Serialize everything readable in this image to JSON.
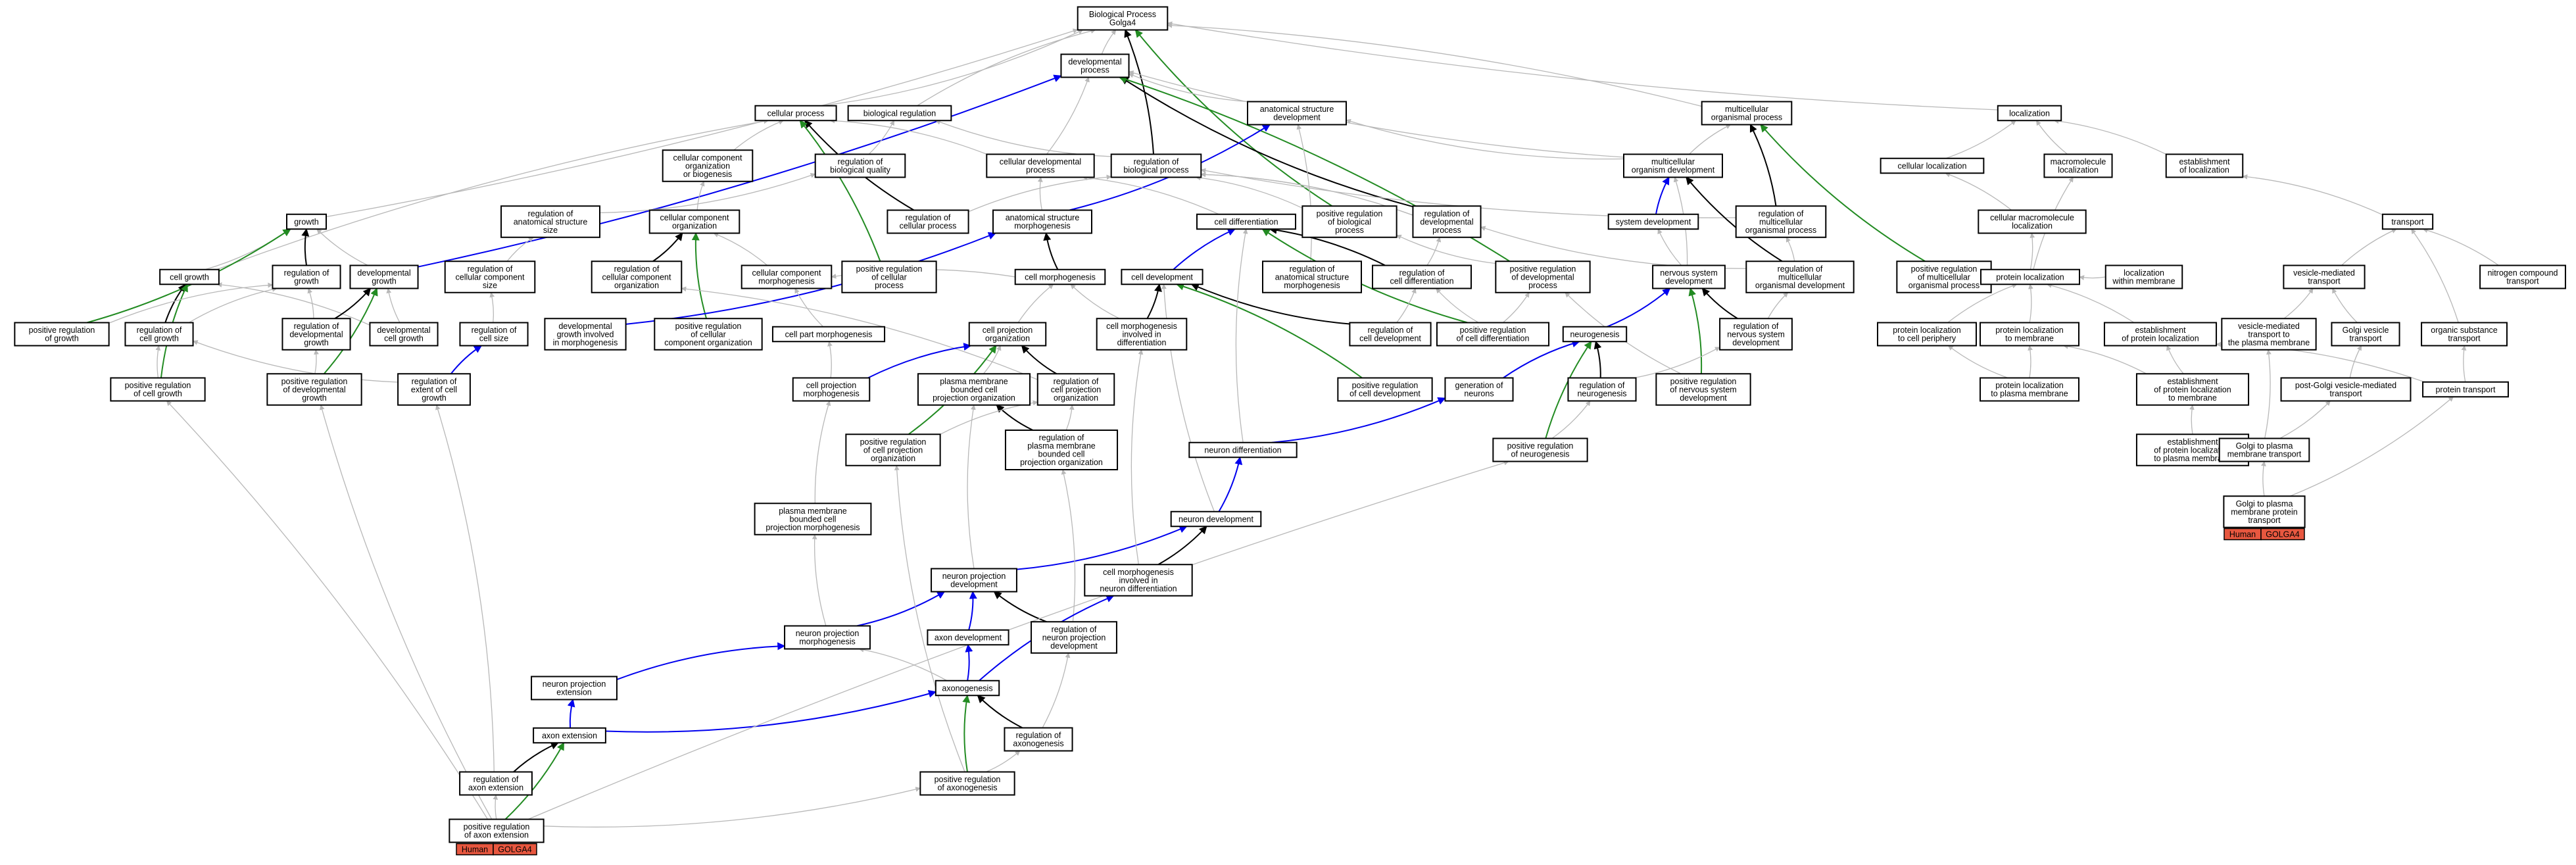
{
  "colors": {
    "is_a": "#b8b8b8",
    "part_of": "#000000",
    "positively_regulates": "#228b22",
    "regulates": "#0000ee",
    "tag_fill": "#e8573f"
  },
  "nodes": {
    "bp": {
      "lines": [
        "Biological Process",
        "Golga4"
      ]
    },
    "devproc": {
      "lines": [
        "developmental",
        "process"
      ]
    },
    "cellproc": {
      "lines": [
        "cellular process"
      ]
    },
    "bioreg": {
      "lines": [
        "biological regulation"
      ]
    },
    "asd": {
      "lines": [
        "anatomical structure",
        "development"
      ]
    },
    "mop": {
      "lines": [
        "multicellular",
        "organismal process"
      ]
    },
    "loc": {
      "lines": [
        "localization"
      ]
    },
    "cco": {
      "lines": [
        "cellular component",
        "organization",
        "or biogenesis"
      ]
    },
    "rbq": {
      "lines": [
        "regulation of",
        "biological quality"
      ]
    },
    "cdp": {
      "lines": [
        "cellular developmental",
        "process"
      ]
    },
    "rbp": {
      "lines": [
        "regulation of",
        "biological process"
      ]
    },
    "mod": {
      "lines": [
        "multicellular",
        "organism development"
      ]
    },
    "celloc": {
      "lines": [
        "cellular localization"
      ]
    },
    "macroloc": {
      "lines": [
        "macromolecule",
        "localization"
      ]
    },
    "estloc": {
      "lines": [
        "establishment",
        "of localization"
      ]
    },
    "growth": {
      "lines": [
        "growth"
      ]
    },
    "rass": {
      "lines": [
        "regulation of",
        "anatomical structure",
        "size"
      ]
    },
    "ccorg": {
      "lines": [
        "cellular component",
        "organization"
      ]
    },
    "rcp": {
      "lines": [
        "regulation of",
        "cellular process"
      ]
    },
    "asm": {
      "lines": [
        "anatomical structure",
        "morphogenesis"
      ]
    },
    "celldiff": {
      "lines": [
        "cell differentiation"
      ]
    },
    "prbp": {
      "lines": [
        "positive regulation",
        "of biological",
        "process"
      ]
    },
    "rdp": {
      "lines": [
        "regulation of",
        "developmental",
        "process"
      ]
    },
    "sysdev": {
      "lines": [
        "system development"
      ]
    },
    "rmop": {
      "lines": [
        "regulation of",
        "multicellular",
        "organismal process"
      ]
    },
    "cml": {
      "lines": [
        "cellular macromolecule",
        "localization"
      ]
    },
    "transport": {
      "lines": [
        "transport"
      ]
    },
    "cellgrowth": {
      "lines": [
        "cell growth"
      ]
    },
    "rgrowth": {
      "lines": [
        "regulation of",
        "growth"
      ]
    },
    "devgrowth": {
      "lines": [
        "developmental",
        "growth"
      ]
    },
    "rccs": {
      "lines": [
        "regulation of",
        "cellular component",
        "size"
      ]
    },
    "rcco": {
      "lines": [
        "regulation of",
        "cellular component",
        "organization"
      ]
    },
    "ccm": {
      "lines": [
        "cellular component",
        "morphogenesis"
      ]
    },
    "prcp": {
      "lines": [
        "positive regulation",
        "of cellular",
        "process"
      ]
    },
    "cellmorph": {
      "lines": [
        "cell morphogenesis"
      ]
    },
    "celldev": {
      "lines": [
        "cell development"
      ]
    },
    "rasm": {
      "lines": [
        "regulation of",
        "anatomical structure",
        "morphogenesis"
      ]
    },
    "rcd": {
      "lines": [
        "regulation of",
        "cell differentiation"
      ]
    },
    "prdp": {
      "lines": [
        "positive regulation",
        "of developmental",
        "process"
      ]
    },
    "nsd": {
      "lines": [
        "nervous system",
        "development"
      ]
    },
    "rmod": {
      "lines": [
        "regulation of",
        "multicellular",
        "organismal development"
      ]
    },
    "prmop": {
      "lines": [
        "positive regulation",
        "of multicellular",
        "organismal process"
      ]
    },
    "protloc": {
      "lines": [
        "protein localization"
      ]
    },
    "lwm": {
      "lines": [
        "localization",
        "within membrane"
      ]
    },
    "vmt": {
      "lines": [
        "vesicle-mediated",
        "transport"
      ]
    },
    "nct": {
      "lines": [
        "nitrogen compound",
        "transport"
      ]
    },
    "prg": {
      "lines": [
        "positive regulation",
        "of growth"
      ]
    },
    "rcg": {
      "lines": [
        "regulation of",
        "cell growth"
      ]
    },
    "rdg": {
      "lines": [
        "regulation of",
        "developmental",
        "growth"
      ]
    },
    "dcg": {
      "lines": [
        "developmental",
        "cell growth"
      ]
    },
    "rcs": {
      "lines": [
        "regulation of",
        "cell size"
      ]
    },
    "dgim": {
      "lines": [
        "developmental",
        "growth involved",
        "in morphogenesis"
      ]
    },
    "prcco": {
      "lines": [
        "positive regulation",
        "of cellular",
        "component organization"
      ]
    },
    "cpm": {
      "lines": [
        "cell part morphogenesis"
      ]
    },
    "cpo": {
      "lines": [
        "cell projection",
        "organization"
      ]
    },
    "cmid": {
      "lines": [
        "cell morphogenesis",
        "involved in",
        "differentiation"
      ]
    },
    "rcdev": {
      "lines": [
        "regulation of",
        "cell development"
      ]
    },
    "prcd": {
      "lines": [
        "positive regulation",
        "of cell differentiation"
      ]
    },
    "neurogenesis": {
      "lines": [
        "neurogenesis"
      ]
    },
    "rnsd": {
      "lines": [
        "regulation of",
        "nervous system",
        "development"
      ]
    },
    "plcp": {
      "lines": [
        "protein localization",
        "to cell periphery"
      ]
    },
    "pltm": {
      "lines": [
        "protein localization",
        "to membrane"
      ]
    },
    "epl": {
      "lines": [
        "establishment",
        "of protein localization"
      ]
    },
    "vmtpm": {
      "lines": [
        "vesicle-mediated",
        "transport to",
        "the plasma membrane"
      ]
    },
    "gvt": {
      "lines": [
        "Golgi vesicle",
        "transport"
      ]
    },
    "ost": {
      "lines": [
        "organic substance",
        "transport"
      ]
    },
    "prcg": {
      "lines": [
        "positive regulation",
        "of cell growth"
      ]
    },
    "prdg": {
      "lines": [
        "positive regulation",
        "of developmental",
        "growth"
      ]
    },
    "reocg": {
      "lines": [
        "regulation of",
        "extent of cell",
        "growth"
      ]
    },
    "cprojm": {
      "lines": [
        "cell projection",
        "morphogenesis"
      ]
    },
    "pmbcpo": {
      "lines": [
        "plasma membrane",
        "bounded cell",
        "projection organization"
      ]
    },
    "rcpo": {
      "lines": [
        "regulation of",
        "cell projection",
        "organization"
      ]
    },
    "prcdev": {
      "lines": [
        "positive regulation",
        "of cell development"
      ]
    },
    "gon": {
      "lines": [
        "generation of",
        "neurons"
      ]
    },
    "rneurog": {
      "lines": [
        "regulation of",
        "neurogenesis"
      ]
    },
    "prnsd": {
      "lines": [
        "positive regulation",
        "of nervous system",
        "development"
      ]
    },
    "pltpm": {
      "lines": [
        "protein localization",
        "to plasma membrane"
      ]
    },
    "epltm": {
      "lines": [
        "establishment",
        "of protein localization",
        "to membrane"
      ]
    },
    "pgvt": {
      "lines": [
        "post-Golgi vesicle-mediated",
        "transport"
      ]
    },
    "ptransport": {
      "lines": [
        "protein transport"
      ]
    },
    "prcpo": {
      "lines": [
        "positive regulation",
        "of cell projection",
        "organization"
      ]
    },
    "rpmbcpo": {
      "lines": [
        "regulation of",
        "plasma membrane",
        "bounded cell",
        "projection organization"
      ]
    },
    "neurdiff": {
      "lines": [
        "neuron differentiation"
      ]
    },
    "prneurog": {
      "lines": [
        "positive regulation",
        "of neurogenesis"
      ]
    },
    "epltpm": {
      "lines": [
        "establishment",
        "of protein localization",
        "to plasma membrane"
      ]
    },
    "gtpmt": {
      "lines": [
        "Golgi to plasma",
        "membrane transport"
      ]
    },
    "pmbcpm": {
      "lines": [
        "plasma membrane",
        "bounded cell",
        "projection morphogenesis"
      ]
    },
    "neurdev": {
      "lines": [
        "neuron development"
      ]
    },
    "gtpmpt": {
      "lines": [
        "Golgi to plasma",
        "membrane protein",
        "transport"
      ]
    },
    "npd": {
      "lines": [
        "neuron projection",
        "development"
      ]
    },
    "cmind": {
      "lines": [
        "cell morphogenesis",
        "involved in",
        "neuron differentiation"
      ]
    },
    "npm": {
      "lines": [
        "neuron projection",
        "morphogenesis"
      ]
    },
    "axondev": {
      "lines": [
        "axon development"
      ]
    },
    "rnpd": {
      "lines": [
        "regulation of",
        "neuron projection",
        "development"
      ]
    },
    "npe": {
      "lines": [
        "neuron projection",
        "extension"
      ]
    },
    "axonogenesis": {
      "lines": [
        "axonogenesis"
      ]
    },
    "raxonog": {
      "lines": [
        "regulation of",
        "axonogenesis"
      ]
    },
    "axonext": {
      "lines": [
        "axon extension"
      ]
    },
    "rae": {
      "lines": [
        "regulation of",
        "axon extension"
      ]
    },
    "praxonog": {
      "lines": [
        "positive regulation",
        "of axonogenesis"
      ]
    },
    "prae": {
      "lines": [
        "positive regulation",
        "of axon extension"
      ]
    }
  },
  "tags": [
    {
      "species": "Human",
      "gene": "GOLGA4"
    },
    {
      "species": "Human",
      "gene": "GOLGA4"
    }
  ]
}
